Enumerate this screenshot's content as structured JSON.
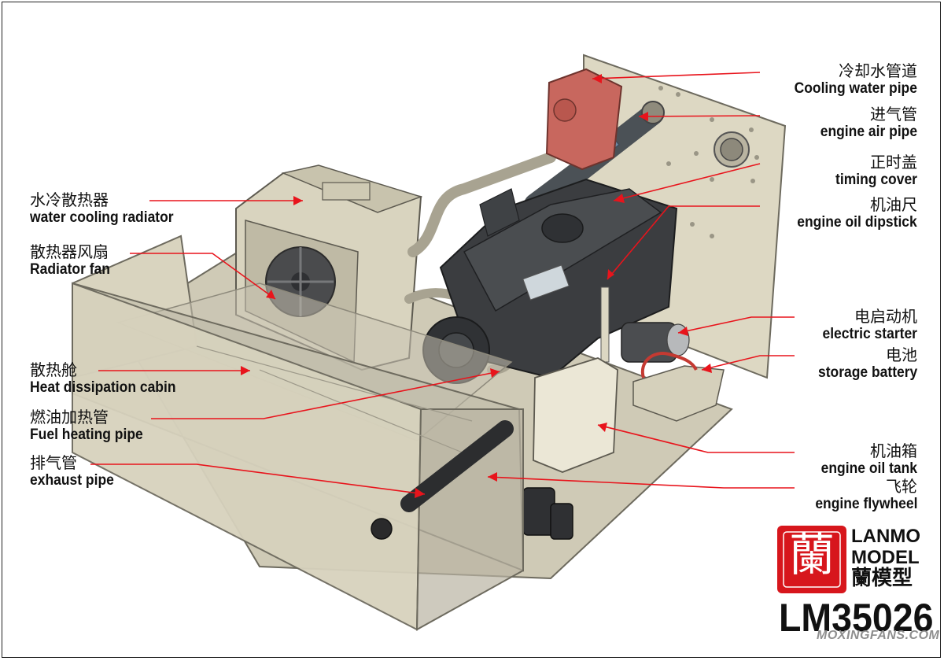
{
  "labels": {
    "cooling_water_pipe": {
      "zh": "冷却水管道",
      "en": "Cooling water pipe"
    },
    "engine_air_pipe": {
      "zh": "进气管",
      "en": "engine air pipe"
    },
    "timing_cover": {
      "zh": "正时盖",
      "en": "timing cover"
    },
    "engine_oil_dipstick": {
      "zh": "机油尺",
      "en": "engine oil dipstick"
    },
    "water_cooling_radiator": {
      "zh": "水冷散热器",
      "en": "water cooling radiator"
    },
    "radiator_fan": {
      "zh": "散热器风扇",
      "en": "Radiator fan"
    },
    "electric_starter": {
      "zh": "电启动机",
      "en": "electric starter"
    },
    "storage_battery": {
      "zh": "电池",
      "en": "storage battery"
    },
    "heat_dissipation_cabin": {
      "zh": "散热舱",
      "en": "Heat dissipation cabin"
    },
    "fuel_heating_pipe": {
      "zh": "燃油加热管",
      "en": "Fuel heating pipe"
    },
    "engine_oil_tank": {
      "zh": "机油箱",
      "en": "engine oil tank"
    },
    "exhaust_pipe": {
      "zh": "排气管",
      "en": "exhaust pipe"
    },
    "engine_flywheel": {
      "zh": "飞轮",
      "en": "engine flywheel"
    }
  },
  "brand": {
    "logo_glyph": "蘭",
    "name_line1": "LANMO",
    "name_line2": "MODEL",
    "name_cn": "蘭模型",
    "product_code": "LM35026",
    "watermark": "MOXINGFANS.COM"
  },
  "colors": {
    "leader_line": "#e8141c",
    "logo_red": "#d7161c",
    "panel": "#ddd8c3",
    "engine": "#3b3d40",
    "coolant_cap": "#c8675e"
  }
}
